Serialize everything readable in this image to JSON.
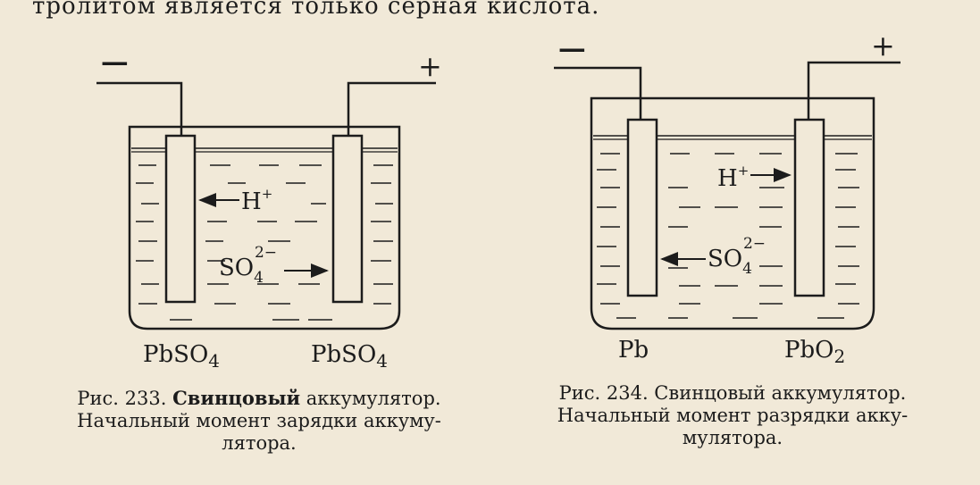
{
  "top_text": "тролитом является только серная кислота.",
  "figure1": {
    "minus": "−",
    "plus": "+",
    "ion_h": "H",
    "ion_h_charge": "+",
    "ion_so": "SO",
    "ion_so_sub": "4",
    "ion_so_charge": "2−",
    "left_label": "PbSO",
    "left_label_sub": "4",
    "right_label": "PbSO",
    "right_label_sub": "4",
    "caption_prefix": "Рис. 233.",
    "caption_bold": "Свинцовый",
    "caption_rest": "аккумулятор.",
    "caption_line2": "Начальный момент зарядки аккуму-",
    "caption_line3": "лятора."
  },
  "figure2": {
    "minus": "−",
    "plus": "+",
    "ion_h": "H",
    "ion_h_charge": "+",
    "ion_so": "SO",
    "ion_so_sub": "4",
    "ion_so_charge": "2−",
    "left_label": "Pb",
    "right_label": "PbO",
    "right_label_sub": "2",
    "caption_line1": "Рис. 234. Свинцовый аккумулятор.",
    "caption_line2": "Начальный момент разрядки акку-",
    "caption_line3": "мулятора."
  }
}
